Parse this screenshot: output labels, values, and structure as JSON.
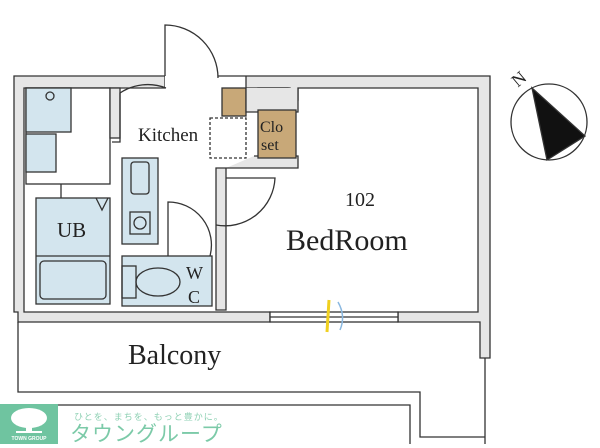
{
  "plan": {
    "room_number": "102",
    "rooms": {
      "kitchen": "Kitchen",
      "closet_line1": "Clo",
      "closet_line2": "set",
      "unit_bath": "UB",
      "wc_line1": "W",
      "wc_line2": "C",
      "bedroom": "BedRoom",
      "balcony": "Balcony"
    },
    "compass": {
      "label": "N",
      "icon": "north-arrow-icon"
    }
  },
  "logo": {
    "tagline": "ひとを、まちを、もっと豊かに。",
    "brand": "タウングループ",
    "sub": "TOWN GROUP",
    "color": "#6fc4a0"
  },
  "colors": {
    "wall": "#e6e6e6",
    "wet_area": "#d3e5ee",
    "closet": "#c8a878",
    "line": "#333333"
  }
}
